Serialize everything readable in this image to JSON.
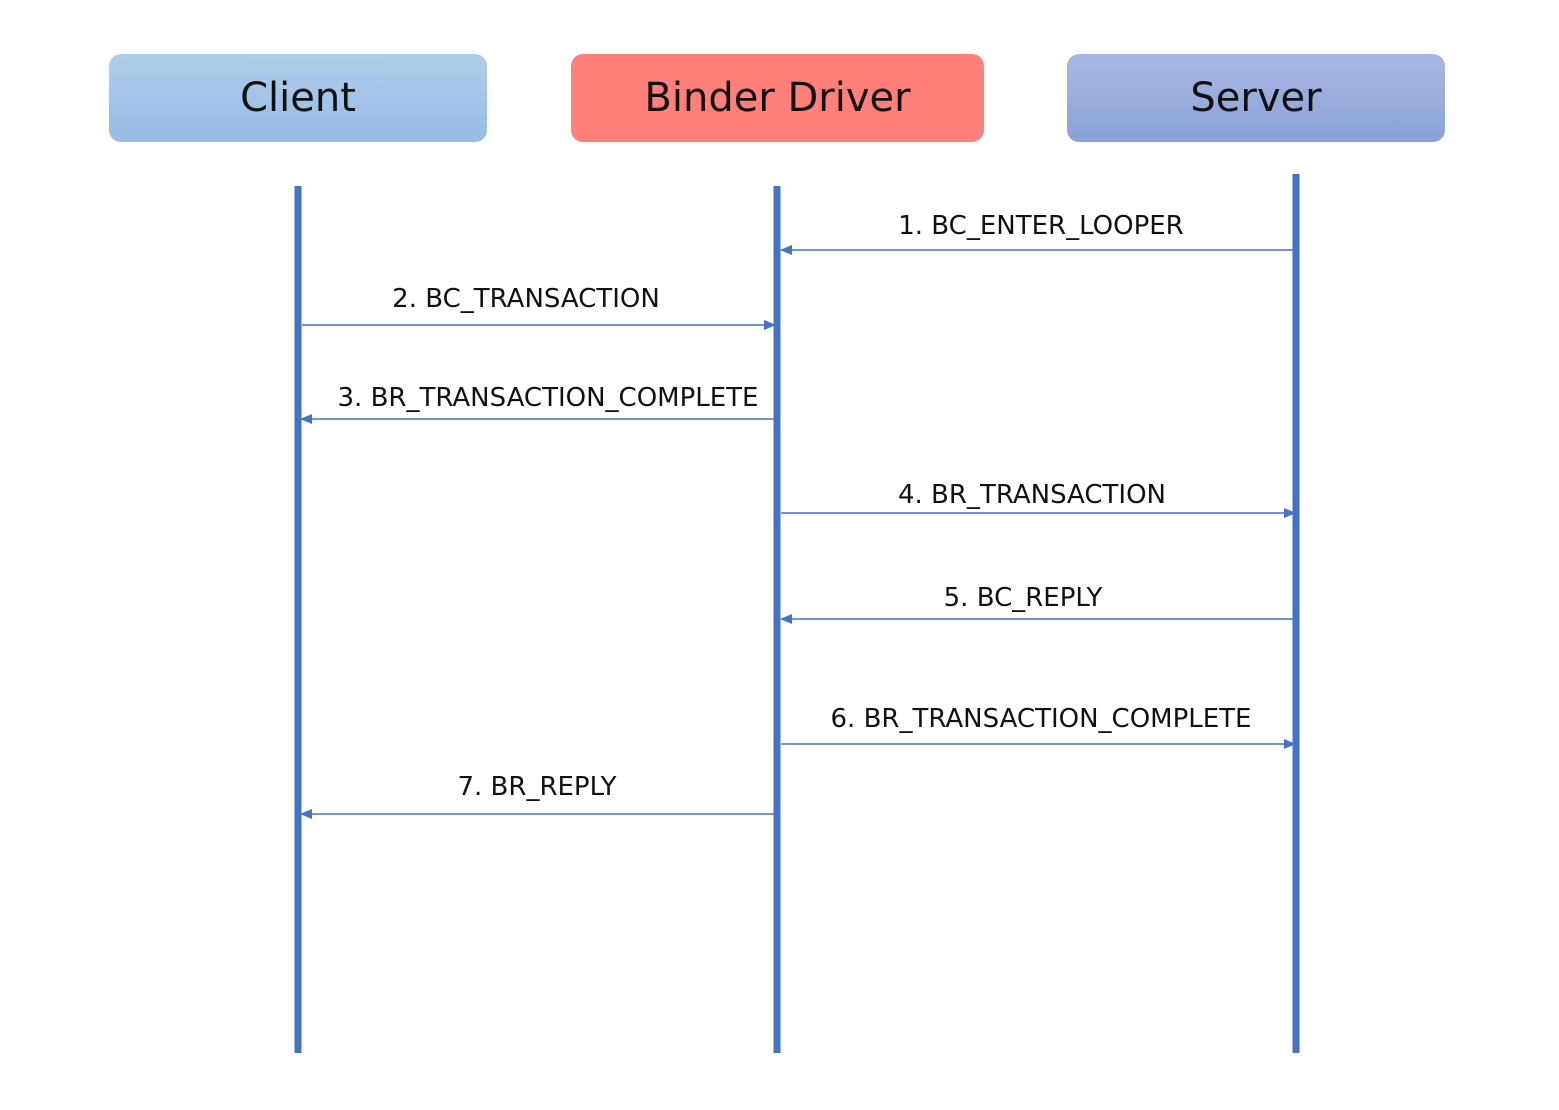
{
  "participants": [
    {
      "id": "client",
      "label": "Client",
      "color_top": "#b0cdea",
      "color_bottom": "#98bce6"
    },
    {
      "id": "binder",
      "label": "Binder Driver",
      "color_top": "#ff7f7a",
      "color_bottom": "#ff7f7a"
    },
    {
      "id": "server",
      "label": "Server",
      "color_top": "#a9b8e2",
      "color_bottom": "#8aa1d8"
    }
  ],
  "lifeline_color": "#4472c4",
  "messages": [
    {
      "id": "m1",
      "label": "1. BC_ENTER_LOOPER",
      "from": "server",
      "to": "binder"
    },
    {
      "id": "m2",
      "label": "2. BC_TRANSACTION",
      "from": "client",
      "to": "binder"
    },
    {
      "id": "m3",
      "label": "3. BR_TRANSACTION_COMPLETE",
      "from": "binder",
      "to": "client"
    },
    {
      "id": "m4",
      "label": "4. BR_TRANSACTION",
      "from": "binder",
      "to": "server"
    },
    {
      "id": "m5",
      "label": "5. BC_REPLY",
      "from": "server",
      "to": "binder"
    },
    {
      "id": "m6",
      "label": "6. BR_TRANSACTION_COMPLETE",
      "from": "binder",
      "to": "server"
    },
    {
      "id": "m7",
      "label": "7. BR_REPLY",
      "from": "binder",
      "to": "client"
    }
  ]
}
